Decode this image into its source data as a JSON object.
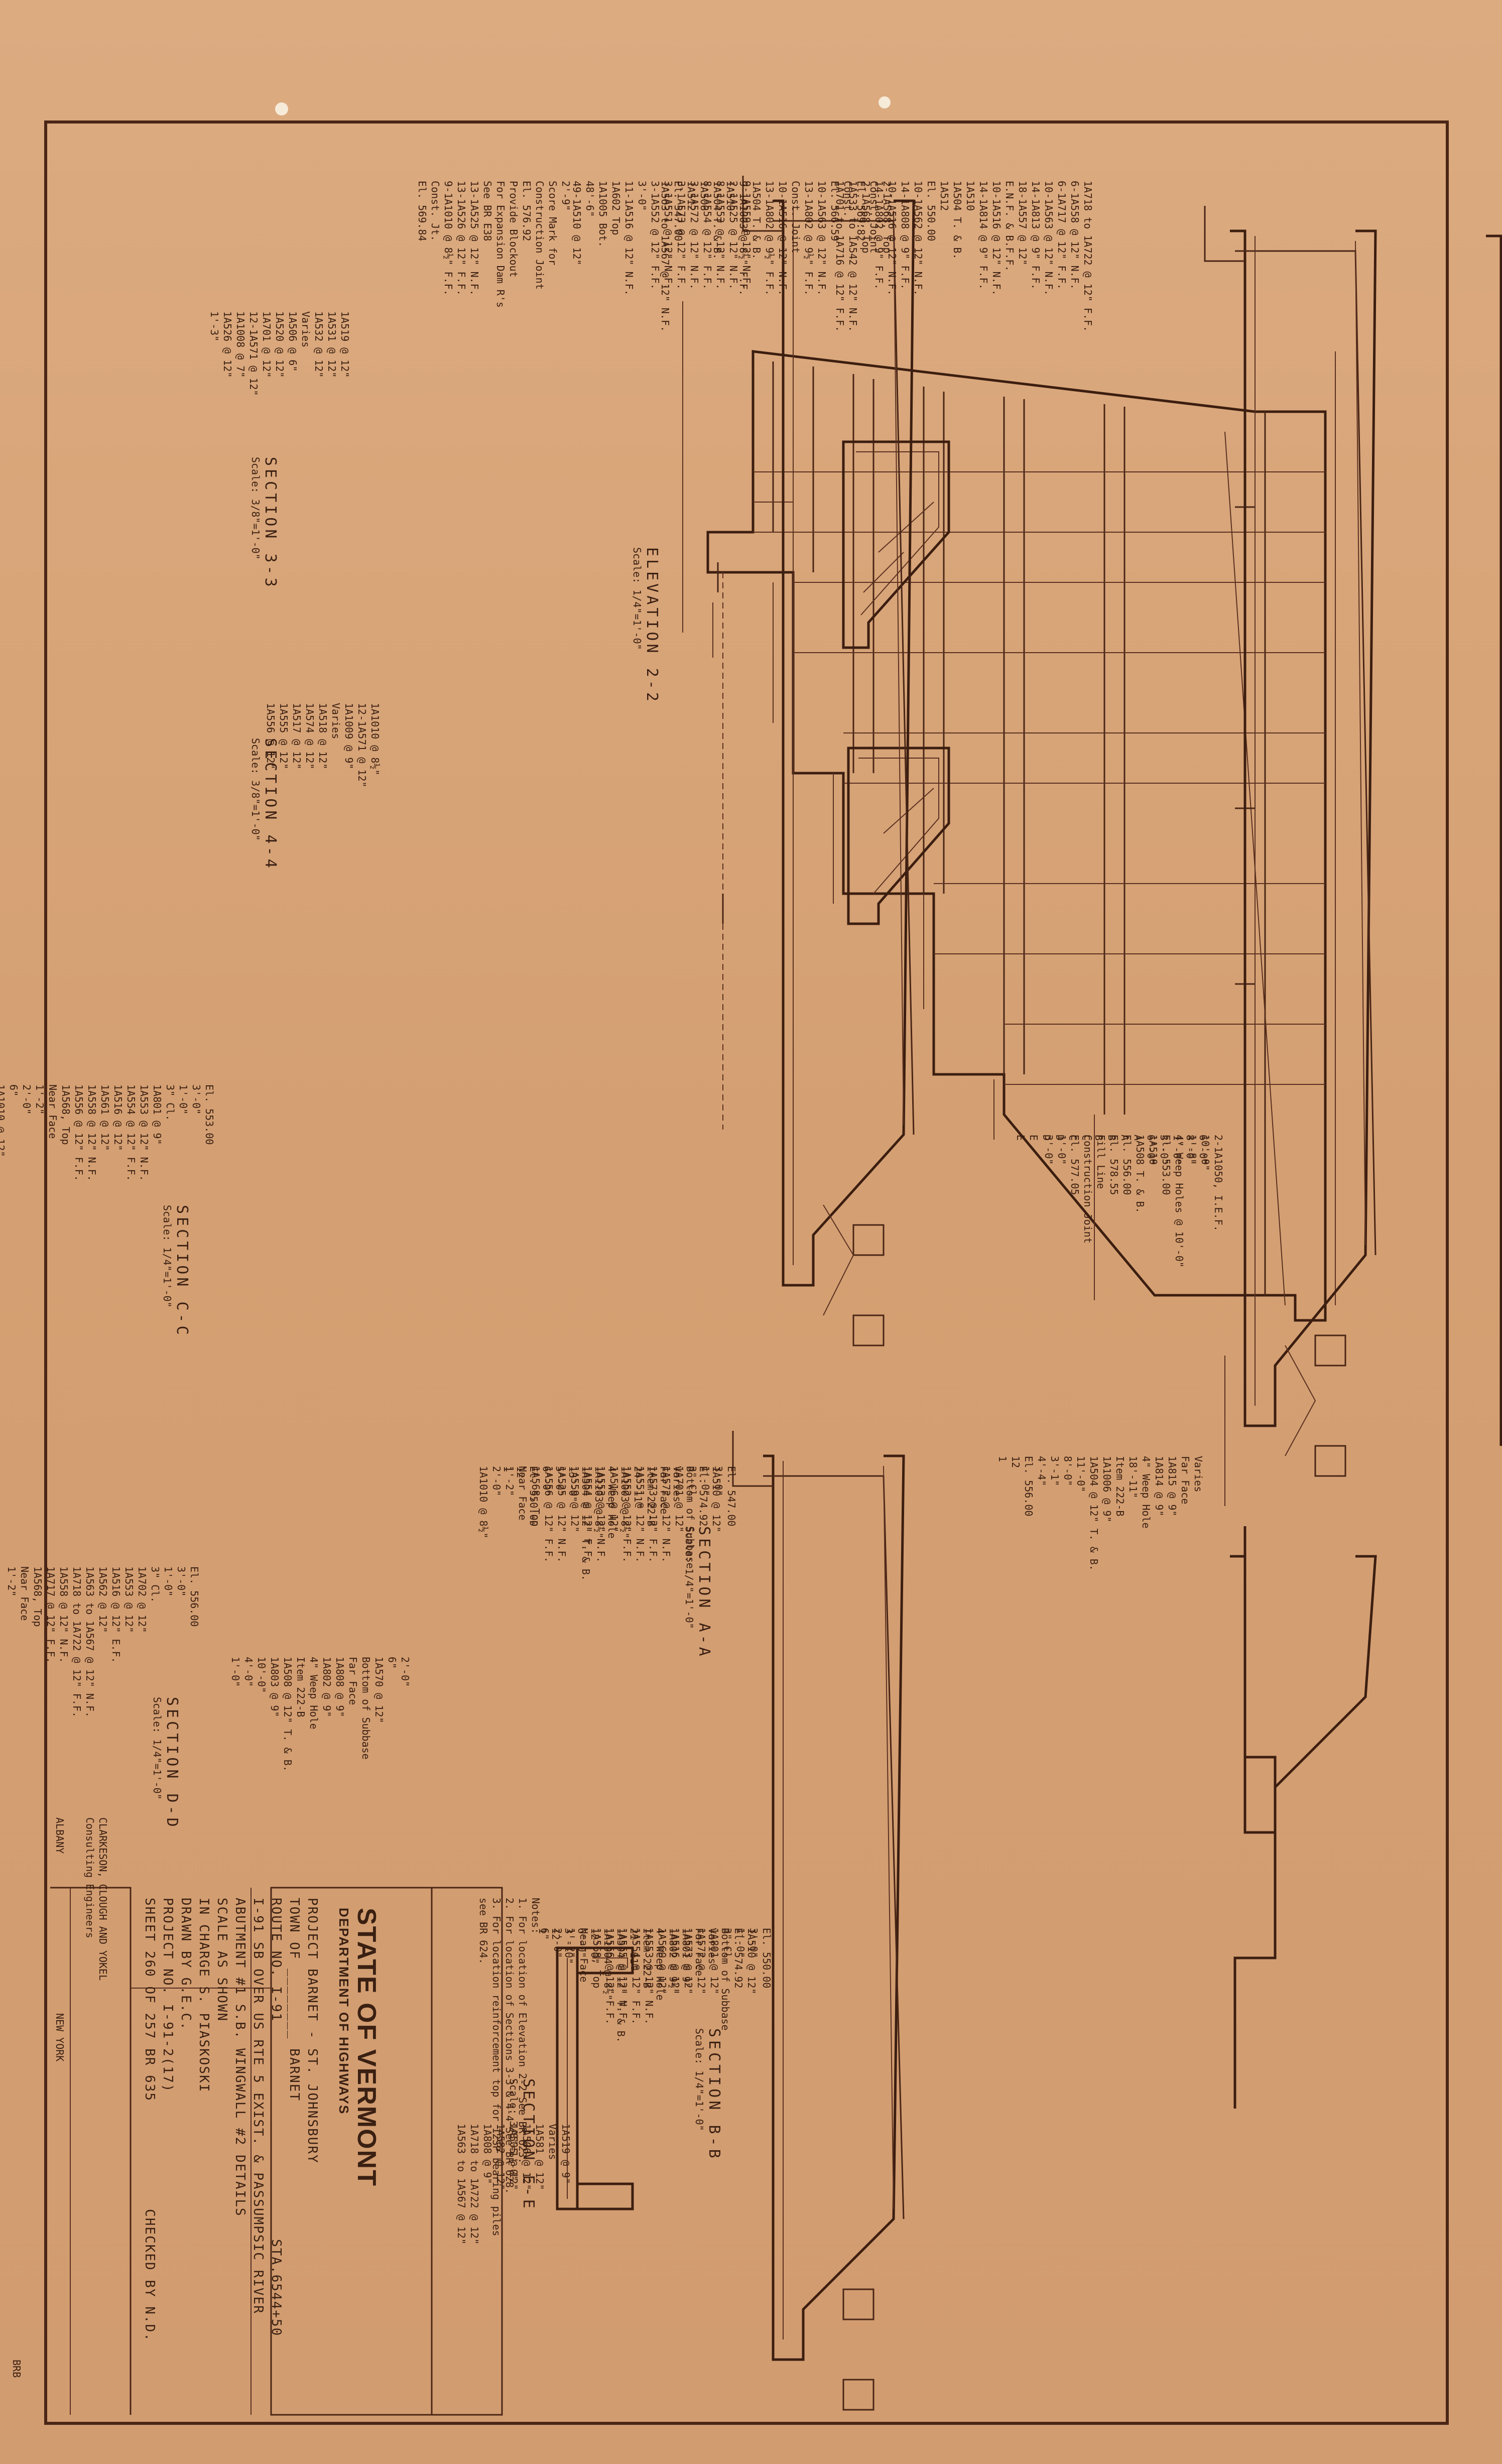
{
  "sheet": {
    "corner_mark": "BRB"
  },
  "title_block": {
    "state": "STATE OF VERMONT",
    "department": "DEPARTMENT OF HIGHWAYS",
    "project_line": "PROJECT  BARNET - ST. JOHNSBURY",
    "town_line": "TOWN OF ________ BARNET",
    "route_line": "ROUTE NO. I-91",
    "station": "STA.6544+50",
    "description_1": "I-91 SB OVER US RTE 5 EXIST. & PASSUMPSIC RIVER",
    "description_2": "ABUTMENT #1 S.B.  WINGWALL #2  DETAILS",
    "scale_line": "SCALE  AS SHOWN",
    "in_charge": "IN CHARGE  S. PIASKOSKI",
    "drawn_by": "DRAWN BY  G.E.C.",
    "checked_by": "CHECKED BY  N.D.",
    "project_no": "PROJECT NO.  I-91-2(17)",
    "sheet_no": "SHEET  260  OF  257  BR 635"
  },
  "consultant": {
    "name": "CLARKESON, CLOUGH AND YOKEL",
    "role": "Consulting Engineers",
    "city_left": "ALBANY",
    "city_right": "NEW YORK"
  },
  "notes": {
    "heading": "Notes:",
    "items": [
      "1.  For location of Elevation 2-2 See BR 623.",
      "2.  For location of Sections 3-3 & 4-4 See BR 628.",
      "3.  For location reinforcement top for 12SP bearing piles",
      "     see BR 624."
    ]
  },
  "views": {
    "elevation": {
      "title": "ELEVATION  2-2",
      "scale": "Scale: 1/4\"=1'-0\"",
      "labels": [
        "2'-9\"",
        "Score Mark for",
        "Construction Joint",
        "El. 576.92",
        "Provide Blockout",
        "For Expansion Dam R's",
        "See BR E38",
        "13-1A525 @ 12\" N.F.",
        "13-1A526 @ 12\" F.F.",
        "9-1A1010 @ 8½\" F.F.",
        "Const. Jt.",
        "El. 569.84",
        "9-1A559 @ 12\" N.F.",
        "2-1A525 @ 12\" N.F.",
        "8-1A553 @ 12\" N.F.",
        "8-1A554 @ 12\" F.F.",
        "3-1A572 @ 12\" N.F.",
        "3-1A573 @ 12\" F.F.",
        "3-1A551 @ 12\" N.F.",
        "3-1A552 @ 12\" F.F.",
        "3'-0\"",
        "11-1A516 @ 12\" N.F.",
        "1A602 Top",
        "1A1005 Bot.",
        "48'-6\"",
        "49-1A510 @ 12\"",
        "2-1A568, Top",
        "Const. Joint",
        "El. 569.82",
        "Const.",
        "El. 566.59",
        "10-1A563 @ 12\" N.F.",
        "13-1A802 @ 9½\" F.F.",
        "Const. Joint",
        "10-1A516 @ 12\" N.F.",
        "13-1A802 @ 9½\" F.F.",
        "1A504 T. & B.",
        "9-1A1003 @ 8½\" F.F.",
        "1A510",
        "1A504 T. & B.",
        "1A506",
        "1A512",
        "El. 547.00",
        "1A563 to 1A567 @ 12\" N.F.",
        "1A718 to 1A722 @ 12\" F.F.",
        "6-1A558 @ 12\" N.F.",
        "6-1A717 @ 12\" F.F.",
        "10-1A563 @ 12\" N.F.",
        "14-1A813 @ 9\" F.F.",
        "18-1A557 @ 12\"",
        "E.N.F. & B.F.F.",
        "10-1A516 @ 12\" N.F.",
        "14-1A814 @ 9\" F.F.",
        "1A510",
        "1A504 T. & B.",
        "1A512",
        "El. 550.00",
        "10-1A562 @ 12\" N.F.",
        "14-1A808 @ 9\" F.F.",
        "10-1A516 @ 12\" N.F.",
        "14-1A802 @ 9\" F.F.",
        "2-1A568, Top",
        "1A533 to 1A542 @ 12\" N.F.",
        "1A701 to 1A716 @ 12\" F.F.",
        "2-1A1050, I.E.F.",
        "10'-0\"",
        "1'-8\"",
        "4\" Weep Holes @ 10'-0\"",
        "El. 553.00",
        "1A510",
        "1A508 T. & B.",
        "El. 556.00",
        "El. 578.55",
        "Fill Line",
        "Construction Joint",
        "El. 577.05",
        "1'-0\"",
        "3'-0\"",
        "6'-0\"",
        "8'-0\"",
        "1'-0\"",
        "3'-0\"",
        "6'-0\"",
        "A",
        "A",
        "B",
        "B",
        "C",
        "C",
        "D",
        "D",
        "E",
        "E"
      ]
    },
    "section_3_3": {
      "title": "SECTION  3-3",
      "scale": "Scale: 3/8\"=1'-0\"",
      "labels": [
        "1A519 @ 12\"",
        "1A531 @ 12\"",
        "1A532 @ 12\"",
        "Varies",
        "1A506 @ 6\"",
        "1A520 @ 12\"",
        "1A701 @ 12\"",
        "12-1A571 @ 12\"",
        "1A1008 @ 7\"",
        "1A526 @ 12\"",
        "1'-3\""
      ]
    },
    "section_4_4": {
      "title": "SECTION  4-4",
      "scale": "Scale: 3/8\"=1'-0\"",
      "labels": [
        "1A1010 @ 8½\"",
        "12-1A571 @ 12\"",
        "1A1009 @ 9\"",
        "Varies",
        "1A518 @ 12\"",
        "1A574 @ 12\"",
        "1A517 @ 12\"",
        "1A555 @ 12\"",
        "1A556 @ 12\""
      ]
    },
    "section_c_c": {
      "title": "SECTION  C-C",
      "scale": "Scale: 1/4\"=1'-0\"",
      "labels": [
        "El. 553.00",
        "3'-0\"",
        "1'-0\"",
        "3\" Cl.",
        "1A801 @ 9\"",
        "1A553 @ 12\" N.F.",
        "1A554 @ 12\" F.F.",
        "1A516 @ 12\"",
        "1A561 @ 12\"",
        "1A558 @ 12\" N.F.",
        "1A556 @ 12\" F.F.",
        "1A568, Top",
        "Near Face",
        "1'-2\"",
        "2'-0\"",
        "6\"",
        "1A1010 @ 12\"",
        "El. 574.92",
        "1A570 @ 12\"",
        "Bottom of Subbase",
        "Varies",
        "Far Face",
        "1A815 @ 9\"",
        "1A814 @ 9\"",
        "4\" Weep Hole",
        "18'-11\"",
        "Item 222-B",
        "1A1006 @ 9\"",
        "1A504 @ 12\" T. & B.",
        "11'-0\"",
        "8'-0\"",
        "3'-1\"",
        "4'-4\"",
        "El. 556.00",
        "12",
        "1"
      ]
    },
    "section_a_a": {
      "title": "SECTION  A-A",
      "scale": "Scale: 1/4\"=1'-0\"",
      "labels": [
        "El. 547.00",
        "3'-0\"",
        "1'-0\"",
        "3\" Cl.",
        "1A701 @ 12\"",
        "1A572 @ 12\" N.F.",
        "1A573 @ 12\" F.F.",
        "1A551 @ 12\" N.F.",
        "1A552 @ 12\" F.F.",
        "1A516 @ 12\"",
        "1A553 @ 12\" N.F.",
        "1A554 @ 12\" F.F.",
        "1A559 @ 12\"",
        "1A525 @ 12\" N.F.",
        "1A556 @ 12\" F.F.",
        "1A568, Top",
        "Near Face",
        "1'-2\"",
        "2'-0\"",
        "1A1010 @ 8½\"",
        "1A510 @ 12\"",
        "El. 574.92",
        "Bottom of Subbase",
        "Varies",
        "Far Face",
        "Item 222-B",
        "24'-11\"",
        "1A1003 @ 8½\"",
        "4\" Weep Hole",
        "1A1103 @ 8½\"",
        "1A504 @ 12\" T. & B.",
        "13'-0\"",
        "5'-0\"",
        "6'-0\"",
        "El. 550.00",
        "12",
        "1"
      ]
    },
    "section_d_d": {
      "title": "SECTION  D-D",
      "scale": "Scale: 1/4\"=1'-0\"",
      "labels": [
        "El. 556.00",
        "3'-0\"",
        "1'-0\"",
        "3\" Cl.",
        "1A702 @ 12\"",
        "1A553 @ 12\"",
        "1A516 @ 12\" E.F.",
        "1A562 @ 12\"",
        "1A563 to 1A567 @ 12\" N.F.",
        "1A718 to 1A722 @ 12\" F.F.",
        "1A558 @ 12\" N.F.",
        "1A717 @ 12\" F.F.",
        "1A568, Top",
        "Near Face",
        "1'-2\"",
        "2'-0\"",
        "6\"",
        "1A570 @ 12\"",
        "Bottom of Subbase",
        "Far Face",
        "1A808 @ 9\"",
        "1A802 @ 9\"",
        "4\" Weep Hole",
        "Item 222-B",
        "1A508 @ 12\" T. & B.",
        "1A803 @ 9\"",
        "10'-0\"",
        "4'-0\"",
        "1'-0\""
      ]
    },
    "section_b_b": {
      "title": "SECTION  B-B",
      "scale": "Scale: 1/4\"=1'-0\"",
      "labels": [
        "El. 550.00",
        "3'-0\"",
        "1'-0\"",
        "3\" Cl.",
        "1A801 @ 12\"",
        "1A572 @ 12\"",
        "1A573 @ 12\"",
        "1A516 @ 12\"",
        "1A560 @ 12\"",
        "1A553 @ 12\" N.F.",
        "1A554 @ 12\" F.F.",
        "1A555 @ 12\" N.F.",
        "1A556 @ 12\" F.F.",
        "1A568, Top",
        "Near Face",
        "1'-2\"",
        "2'-0\"",
        "6\"",
        "1A510 @ 12\"",
        "El. 574.92",
        "Bottom of Subbase",
        "Varies",
        "Far Face",
        "1A801 @ 9\"",
        "1A802 @ 9½\"",
        "4\" Weep Hole",
        "Item 222-B",
        "21'-11\"",
        "1A504 @ 12\" T. & B.",
        "1A1004 @ 8½\"",
        "12'-0\"",
        "6'-0\"",
        "3'-10\"",
        "12",
        "1"
      ]
    },
    "section_e_e": {
      "title": "SECTION  E-E",
      "scale": "Scale: 3/8\"=1'-0\"",
      "labels": [
        "1A519 @ 9\"",
        "Varies",
        "1A581 @ 12\"",
        "1A506 @ 12\"",
        "1A505 @ 12\"",
        "1A582 @ 12\"",
        "1A808 @ 9\"",
        "1A718 to 1A722 @ 12\"",
        "1A563 to 1A567 @ 12\""
      ]
    }
  }
}
